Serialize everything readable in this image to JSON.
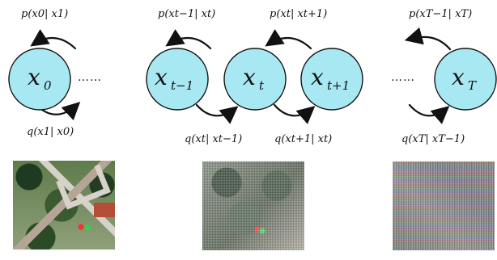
{
  "diagram": {
    "nodes": [
      {
        "main": "x",
        "sub": "0"
      },
      {
        "main": "x",
        "sub": "t−1"
      },
      {
        "main": "x",
        "sub": "t"
      },
      {
        "main": "x",
        "sub": "t+1"
      },
      {
        "main": "x",
        "sub": "T"
      }
    ],
    "ellipsis": "……",
    "p_labels": [
      "p(x0| x1)",
      "p(xt−1| xt)",
      "p(xt| xt+1)",
      "p(xT−1| xT)"
    ],
    "q_labels": [
      "q(x1| x0)",
      "q(xt| xt−1)",
      "q(xt+1| xt)",
      "q(xT| xT−1)"
    ],
    "thumbnails": [
      "clean aerial image",
      "partially noised aerial image",
      "pure noise image"
    ],
    "colors": {
      "node_fill": "#a8e8f2",
      "stroke": "#111111"
    }
  }
}
